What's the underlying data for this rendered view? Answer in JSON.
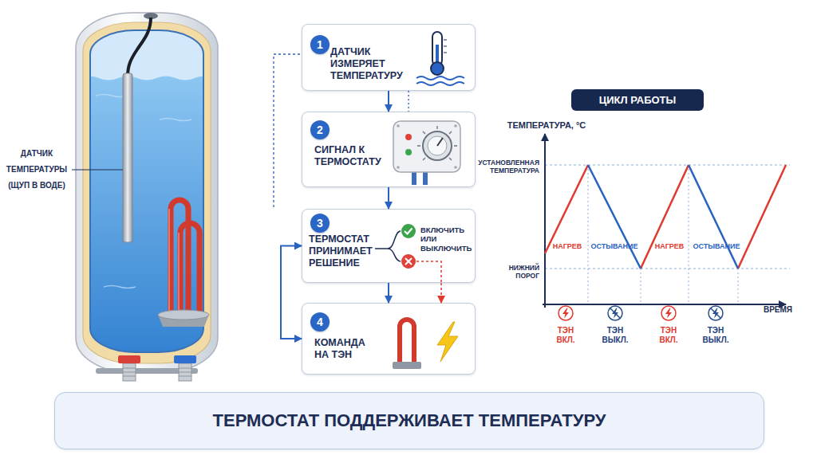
{
  "diagram": {
    "nodes": [
      {
        "text": [
          "ДАТЧИК ИЗМЕРЯЕТ ТЕМПЕРАТУРУ"
        ]
      },
      {
        "text": [
          "1"
        ],
        "in": 0
      },
      {
        "text": [
          "СИГНАЛ К ТЕРМОСТАТУ"
        ]
      },
      {
        "text": [
          "2"
        ],
        "in": 2
      },
      {
        "text": [
          "ТЕРМОСТАТ ПРИНИМАЕТ РЕШЕНИЕ",
          "ВКЛЮЧИТЬ ИЛИ ВЫКЛЮЧИТЬ"
        ]
      },
      {
        "text": [
          "3"
        ],
        "in": 4
      },
      {
        "text": [
          "КОМАНДА НА ТЭН"
        ]
      },
      {
        "text": [
          "4"
        ],
        "in": 6
      },
      {
        "text": [
          "ЦИКЛ РАБОТЫ"
        ]
      },
      {
        "text": [
          "ТЕРМОСТАТ ПОДДЕРЖИВАЕТ ТЕМПЕРАТУРУ"
        ]
      }
    ],
    "edges": [
      {
        "from": 0,
        "to": 2,
        "arrow": "to"
      },
      {
        "from": 0,
        "to": 2,
        "arrow": "none"
      },
      {
        "from": 2,
        "to": 4,
        "arrow": "to"
      },
      {
        "from": 4,
        "to": 6,
        "arrow": "to"
      },
      {
        "from": 4,
        "to": 6,
        "arrow": "to"
      },
      {
        "from": 6,
        "to": 4,
        "arrow": "both"
      }
    ],
    "labels": [
      "ДАТЧИК ТЕМПЕРАТУРЫ (ЩУП В ВОДЕ)",
      "ТЕМПЕРАТУРА, °C",
      "УСТАНОВЛЕННАЯ ТЕМПЕРАТУРА",
      "НИЖНИЙ ПОРОГ",
      "ВРЕМЯ",
      "НАГРЕВ",
      "ОСТЫВАНИЕ",
      "НАГРЕВ",
      "ОСТЫВАНИЕ",
      "ТЭН ВКЛ.",
      "ТЭН ВЫКЛ.",
      "ТЭН ВКЛ.",
      "ТЭН ВЫКЛ."
    ]
  }
}
